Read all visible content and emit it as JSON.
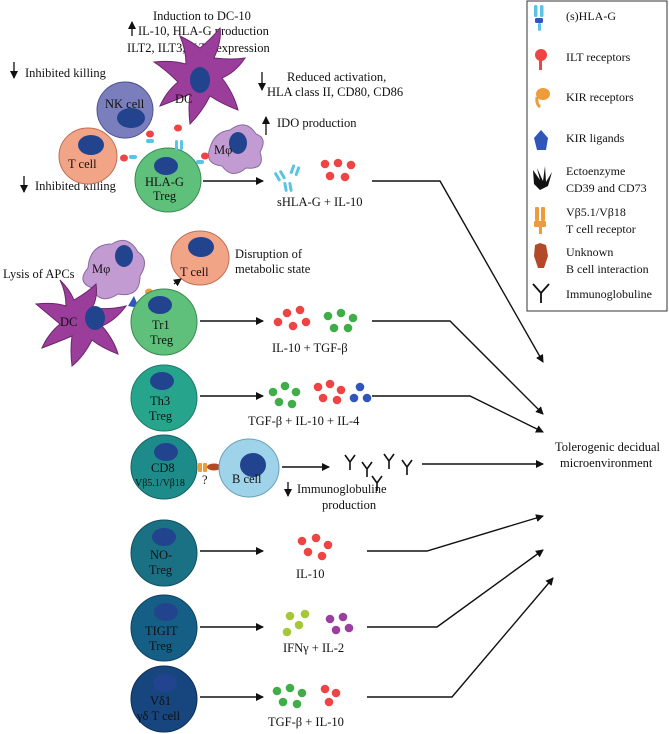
{
  "top": {
    "induction_title": "Induction to DC-10",
    "induction_lines": [
      "IL-10, HLA-G production",
      "ILT2, ILT3, ILT4 expression"
    ],
    "inhibited_killing_nk": "Inhibited killing",
    "inhibited_killing_t": "Inhibited killing",
    "reduced_activation": [
      "Reduced activation,",
      "HLA class II, CD80, CD86"
    ],
    "ido": "IDO production",
    "soluble_output": "sHLA-G + IL-10"
  },
  "tr1": {
    "lysis": "Lysis of APCs",
    "disruption": [
      "Disruption of",
      "metabolic state"
    ],
    "output": "IL-10 + TGF-β"
  },
  "th3": {
    "output": "TGF-β + IL-10 + IL-4"
  },
  "cd8": {
    "question": "?",
    "output": [
      "Immunoglobuline",
      "production"
    ]
  },
  "no_treg": {
    "output": "IL-10"
  },
  "tigit": {
    "output": "IFNγ + IL-2"
  },
  "vd1": {
    "output": "TGF-β + IL-10"
  },
  "cells": {
    "nk": "NK cell",
    "dc": "DC",
    "t_cell": "T cell",
    "mphi": "Mφ",
    "hlag_treg": [
      "HLA-G",
      "Treg"
    ],
    "dc2": "DC",
    "mphi2": "Mφ",
    "t_cell2": "T cell",
    "tr1": [
      "Tr1",
      "Treg"
    ],
    "th3": [
      "Th3",
      "Treg"
    ],
    "cd8": [
      "CD8",
      "Vβ5.1/Vβ18"
    ],
    "b_cell": "B cell",
    "no_treg": [
      "NO-",
      "Treg"
    ],
    "tigit": [
      "TIGIT",
      "Treg"
    ],
    "vd1": [
      "Vδ1",
      "γδ T cell"
    ]
  },
  "target": [
    "Tolerogenic decidual",
    "microenvironment"
  ],
  "legend": [
    {
      "icon": "hla-g-icon",
      "label": [
        "(s)HLA-G"
      ]
    },
    {
      "icon": "ilt-receptor-icon",
      "label": [
        "ILT receptors"
      ]
    },
    {
      "icon": "kir-receptor-icon",
      "label": [
        "KIR receptors"
      ]
    },
    {
      "icon": "kir-ligand-icon",
      "label": [
        "KIR ligands"
      ]
    },
    {
      "icon": "ectoenzyme-icon",
      "label": [
        "Ectoenzyme",
        "CD39 and CD73"
      ]
    },
    {
      "icon": "tcr-icon",
      "label": [
        "Vβ5.1/Vβ18",
        "T cell receptor"
      ]
    },
    {
      "icon": "b-cell-interaction-icon",
      "label": [
        "Unknown",
        "B cell interaction"
      ]
    },
    {
      "icon": "immunoglobuline-icon",
      "label": [
        "Immunoglobuline"
      ]
    }
  ],
  "colors": {
    "red_dot": "#ef4444",
    "green_dot": "#3fae49",
    "blue_dot": "#2f56b8",
    "yellowgreen_dot": "#a7c73a",
    "purple_dot": "#9a3fa0",
    "hlag": "#5bc3e6",
    "treg_green": "#5ec07a",
    "dc_purple": "#9b3d9b",
    "nucleus": "#22448f"
  }
}
